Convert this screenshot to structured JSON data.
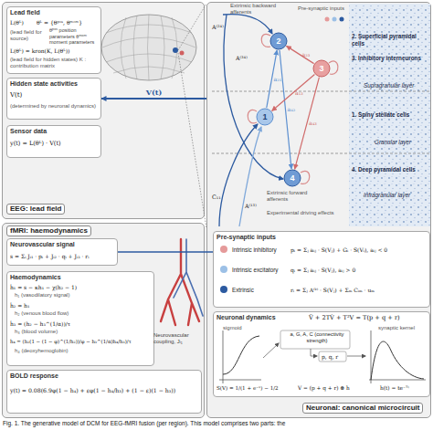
{
  "diagram": {
    "caption": "Fig. 1. The generative model of DCM for EEG-fMRI fusion (per region). This model comprises two parts: the",
    "nodes": [
      {
        "text": [
          "EEG: lead field"
        ]
      },
      {
        "text": [
          "Lead field",
          "L(θᴸ)",
          "θᴸ = {θᵖᵒˢ, θᵐᵒᵐ}",
          "θᵖᵒˢ position parameters θᵐᵒᵐ moment parameters",
          "(lead field for source)",
          "L(θᴸ) = kron(K, L(θᴸ))",
          "(lead field for hidden states) K : contribution matrix"
        ],
        "in": 0
      },
      {
        "text": [
          "Hidden state activities",
          "V(t)",
          "(determined by neuronal dynamics)"
        ],
        "in": 0
      },
      {
        "text": [
          "Sensor data",
          "y(t) = L(θᴸ) · V(t)"
        ],
        "in": 0
      },
      {
        "text": [
          "fMRI: haemodynamics"
        ]
      },
      {
        "text": [
          "Neurovascular signal",
          "s = Σᵢ Jᵢ₁ · pᵢ + Jᵢ₂ · qᵢ + Jᵢ₃ · rᵢ"
        ],
        "in": 4
      },
      {
        "text": [
          "Haemodynamics",
          "ḣ₁ = s − κh₁ − χ(h₂ − 1)",
          "h₁ (vasodilatory signal)",
          "ḣ₂ = h₁",
          "h₂ (venous blood flow)",
          "ḣ₃ = (h₂ − h₃^(1/α))/τ",
          "h₃ (blood volume)",
          "ḣ₄ = (h₂(1 − (1 − φ)^(1/h₂))/φ − h₃^(1/α)h₄/h₃)/τ",
          "h₄ (deoxyhemoglobin)"
        ],
        "in": 4
      },
      {
        "text": [
          "BOLD response",
          "y(t) = 0.08(6.9φ(1 − h₄) + εφ(1 − h₄/h₃) + (1 − ε)(1 − h₃))"
        ],
        "in": 4
      },
      {
        "text": [
          "Neuronal: canonical microcircuit"
        ]
      },
      {
        "text": [
          "1"
        ],
        "in": 8
      },
      {
        "text": [
          "2"
        ],
        "in": 8
      },
      {
        "text": [
          "3"
        ],
        "in": 8
      },
      {
        "text": [
          "4"
        ],
        "in": 8
      },
      {
        "text": [
          "Pre-synaptic inputs",
          "Intrinsic inhibitory",
          "pᵢ = Σⱼ aᵢⱼ · S(Vⱼ) + Gᵢ · S(Vᵢ),  aᵢⱼ < 0",
          "Intrinsic excitatory",
          "qᵢ = Σⱼ aᵢⱼ · S(Vⱼ),  aᵢⱼ > 0",
          "Extrinsic",
          "rᵢ = Σⱼ A⁽ᵏ⁾ · S(Vⱼ) + Σₘ Cᵢₘ · uₘ"
        ],
        "in": 8
      },
      {
        "text": [
          "Neuronal dynamics",
          "V̈ + 2TV̇ + T²V = T(p + q + r)",
          "sigmoid",
          "S(V) = 1/(1 + e⁻ᵛ) − 1/2",
          "a, G, A, C (connectivity strength)",
          "p, q, r",
          "V = (p + q + r) ⊗ h",
          "synaptic kernel",
          "h(t) = te⁻ᵀᵗ"
        ],
        "in": 8
      }
    ],
    "edges": [
      {
        "from": 8,
        "to": 2,
        "label": "V(t)",
        "arrow": "to"
      },
      {
        "from": 9,
        "to": 10,
        "label": "a₂₁",
        "arrow": "to"
      },
      {
        "from": 10,
        "to": 12,
        "label": "a₄₂",
        "arrow": "to"
      },
      {
        "from": 11,
        "to": 10,
        "label": "a₂₃",
        "arrow": "to"
      },
      {
        "from": 11,
        "to": 9,
        "label": "a₁₃",
        "arrow": "to"
      },
      {
        "from": 11,
        "to": 12,
        "label": "a₄₃",
        "arrow": "to"
      },
      {
        "from": 13,
        "to": 5,
        "arrow": "none"
      }
    ],
    "labels": [
      "Extrinsic backward afferents",
      "Pre-synaptic inputs",
      "A⁽²⁴⁾",
      "A⁽³⁴⁾",
      "2. Superficial pyramidal cells",
      "3. Inhibitory interneurons",
      "Supragranular layer",
      "1. Spiny stellate cells",
      "Granular layer",
      "4. Deep pyramidal cells",
      "Infragranular layer",
      "A⁽¹³⁾",
      "C₁₁",
      "Extrinsic forward afferents",
      "Experimental driving effects",
      "Neurovascular coupling, Jᵢ₁"
    ]
  }
}
